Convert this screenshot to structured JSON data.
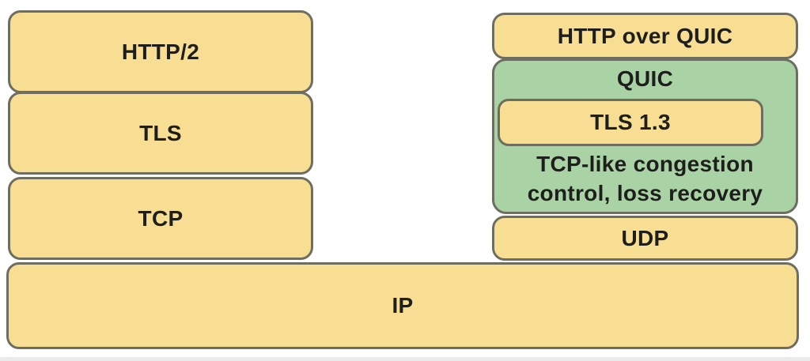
{
  "diagram": {
    "left_stack": {
      "http2_label": "HTTP/2",
      "tls_label": "TLS",
      "tcp_label": "TCP"
    },
    "right_stack": {
      "http_over_quic_label": "HTTP over QUIC",
      "quic_label": "QUIC",
      "tls13_label": "TLS 1.3",
      "quic_note_line1": "TCP-like congestion",
      "quic_note_line2": "control, loss recovery",
      "udp_label": "UDP"
    },
    "base": {
      "ip_label": "IP"
    },
    "colors": {
      "layer_fill": "#F7DE93",
      "quic_fill": "#A9D3A4",
      "border": "#6E6E60",
      "text": "#1E1E1C",
      "background": "#FFFFFF"
    }
  }
}
